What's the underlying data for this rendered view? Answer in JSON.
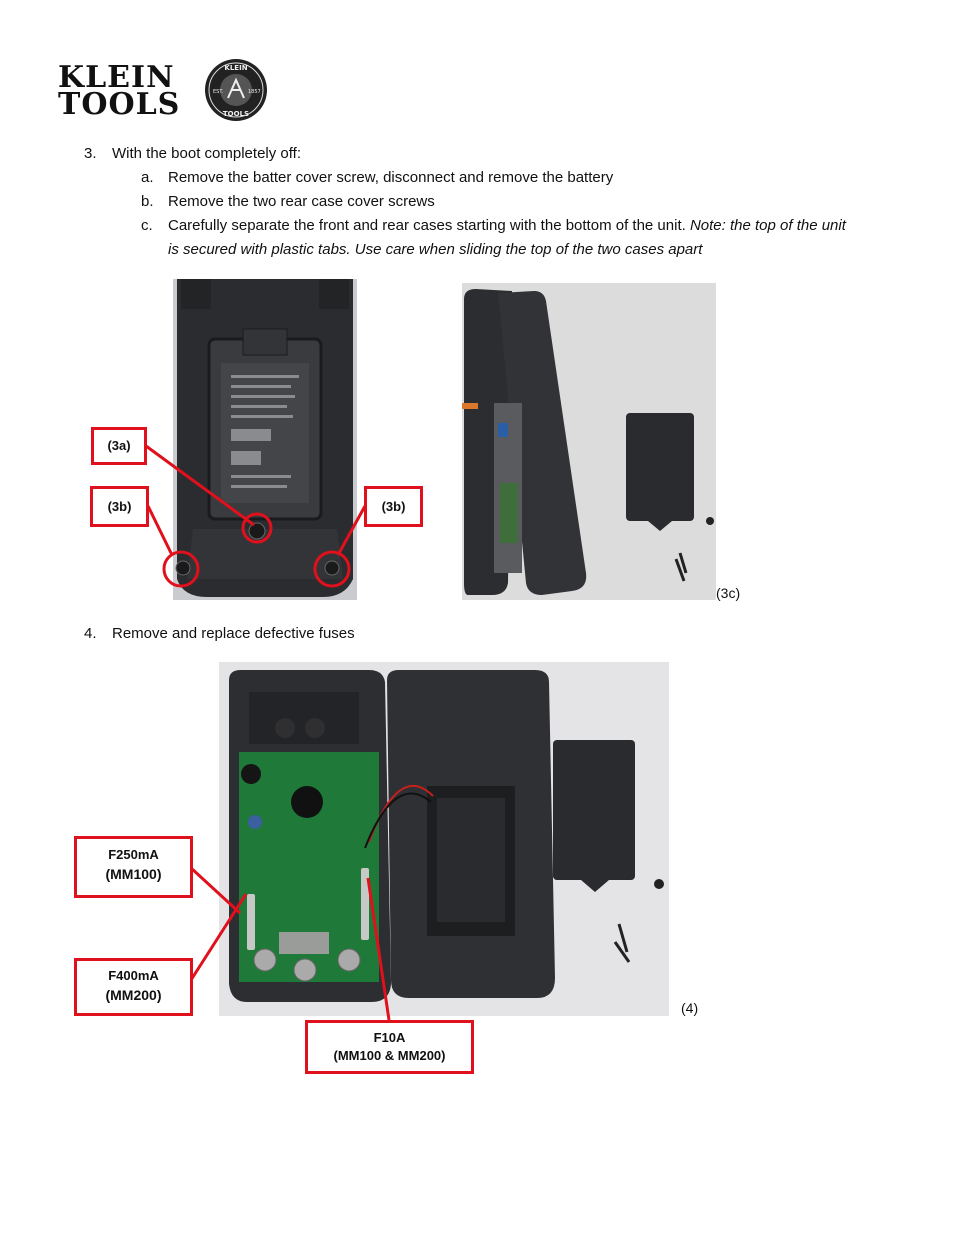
{
  "header": {
    "logo_line1": "KLEIN",
    "logo_line2": "TOOLS",
    "logo_reg": "®",
    "seal_top": "KLEIN",
    "seal_bottom": "TOOLS",
    "seal_est": "EST.",
    "seal_year": "1857"
  },
  "step3": {
    "number": "3.",
    "text": "With the boot completely off:",
    "items": [
      {
        "letter": "a.",
        "text": "Remove the batter cover screw, disconnect and remove the battery"
      },
      {
        "letter": "b.",
        "text": "Remove the two rear case cover screws"
      },
      {
        "letter": "c.",
        "text": "Carefully separate the front and rear cases starting with the bottom of the unit. ",
        "note_line1": "Note: the top of the unit",
        "note_line2": "is secured with plastic tabs. Use care when sliding the top of the two cases apart"
      }
    ],
    "callouts": {
      "a": "(3a)",
      "b1": "(3b)",
      "b2": "(3b)"
    },
    "caption": "(3c)"
  },
  "step4": {
    "number": "4.",
    "text": "Remove and replace defective fuses",
    "callouts": {
      "f250_line1": "F250mA",
      "f250_line2": "(MM100)",
      "f400_line1": "F400mA",
      "f400_line2": "(MM200)",
      "f10_line1": "F10A",
      "f10_line2": "(MM100 & MM200)"
    },
    "caption": "(4)"
  },
  "colors": {
    "callout_border": "#e0101c",
    "case": "#2a2a2c",
    "pcb": "#1f7a3a"
  }
}
